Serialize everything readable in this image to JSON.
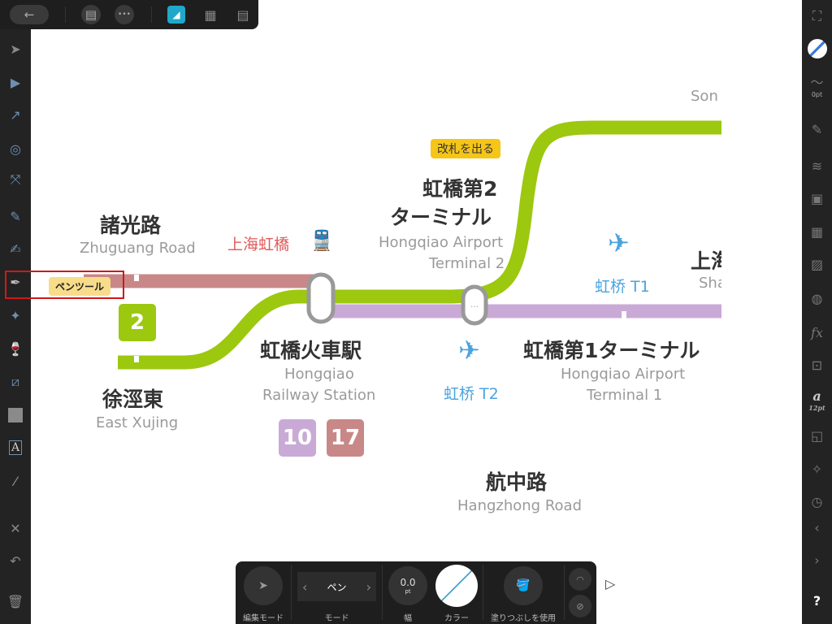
{
  "topbar": {
    "back": "←",
    "doc": "▤",
    "more": "•••"
  },
  "tooltip": {
    "label": "ペンツール"
  },
  "map": {
    "colors": {
      "green": "#9cc80f",
      "pink": "#c98888",
      "purple": "#c9aad6",
      "callout": "#f5c518"
    },
    "stations": [
      {
        "jp": "諸光路",
        "en": "Zhuguang Road"
      },
      {
        "jp": "徐涇東",
        "en": "East Xujing"
      },
      {
        "jp": "虹橋火車駅",
        "en1": "Hongqiao",
        "en2": "Railway Station"
      },
      {
        "jp1": "虹橋第2",
        "jp2": "ターミナル",
        "en1": "Hongqiao Airport",
        "en2": "Terminal 2"
      },
      {
        "jp": "虹橋第1ターミナル",
        "en1": "Hongqiao Airport",
        "en2": "Terminal 1"
      },
      {
        "jp": "航中路",
        "en": "Hangzhong Road"
      },
      {
        "jp": "上海",
        "en": "Sha"
      },
      {
        "en": "Son"
      }
    ],
    "shanghai_hongqiao": "上海虹橋",
    "callout": "改札を出る",
    "airport_t1": "虹桥 T1",
    "airport_t2": "虹桥 T2",
    "line_badges": [
      "2",
      "10",
      "17"
    ]
  },
  "right": {
    "stroke": "0pt",
    "font": "12pt",
    "help": "?"
  },
  "bottom": {
    "edit_mode": "編集モード",
    "mode_value": "ペン",
    "mode": "モード",
    "width_value": "0.0",
    "width_unit": "pt",
    "width": "幅",
    "color": "カラー",
    "fill": "塗りつぶしを使用"
  }
}
